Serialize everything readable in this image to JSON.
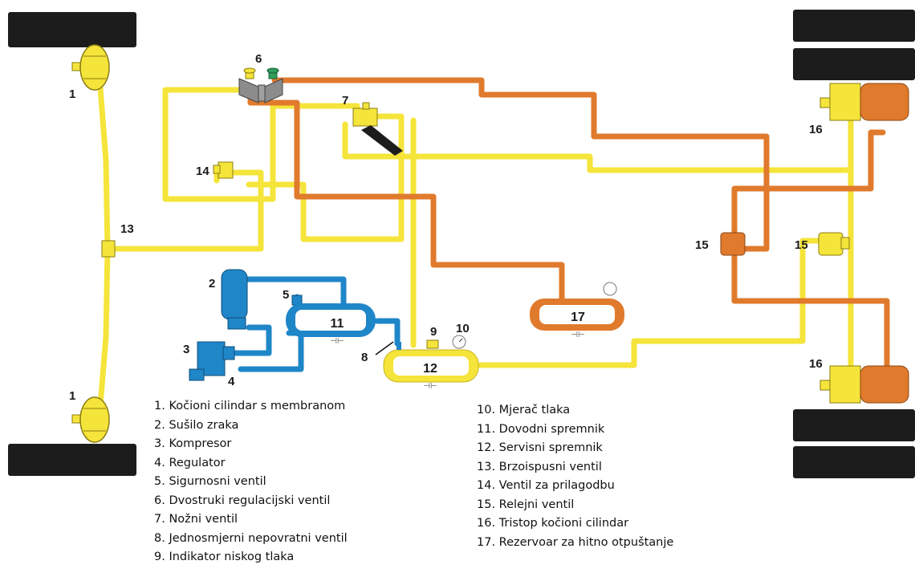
{
  "callouts": {
    "n1_top": "1",
    "n1_bottom": "1",
    "n2": "2",
    "n3": "3",
    "n4": "4",
    "n5": "5",
    "n6": "6",
    "n7": "7",
    "n8": "8",
    "n9": "9",
    "n10": "10",
    "n11": "11",
    "n12": "12",
    "n13": "13",
    "n14": "14",
    "n15_left": "15",
    "n15_right": "15",
    "n16_top": "16",
    "n16_bottom": "16",
    "n17": "17"
  },
  "legend_left": [
    "1. Kočioni cilindar s membranom",
    "2. Sušilo zraka",
    "3. Kompresor",
    "4. Regulator",
    "5. Sigurnosni ventil",
    "6. Dvostruki regulacijski ventil",
    "7. Nožni ventil",
    "8. Jednosmjerni nepovratni ventil",
    "9. Indikator niskog tlaka"
  ],
  "legend_right": [
    "10. Mjerač tlaka",
    "11. Dovodni spremnik",
    "12. Servisni spremnik",
    "13. Brzoispusni ventil",
    "14. Ventil za prilagodbu",
    "15. Relejni ventil",
    "16. Tristop kočioni cilindar",
    "17. Rezervoar za hitno otpuštanje"
  ],
  "colors": {
    "supply_line": "#f5e43a",
    "control_line": "#e07a2c",
    "compressor_line": "#1f86c8",
    "tire": "#1c1c1c"
  }
}
